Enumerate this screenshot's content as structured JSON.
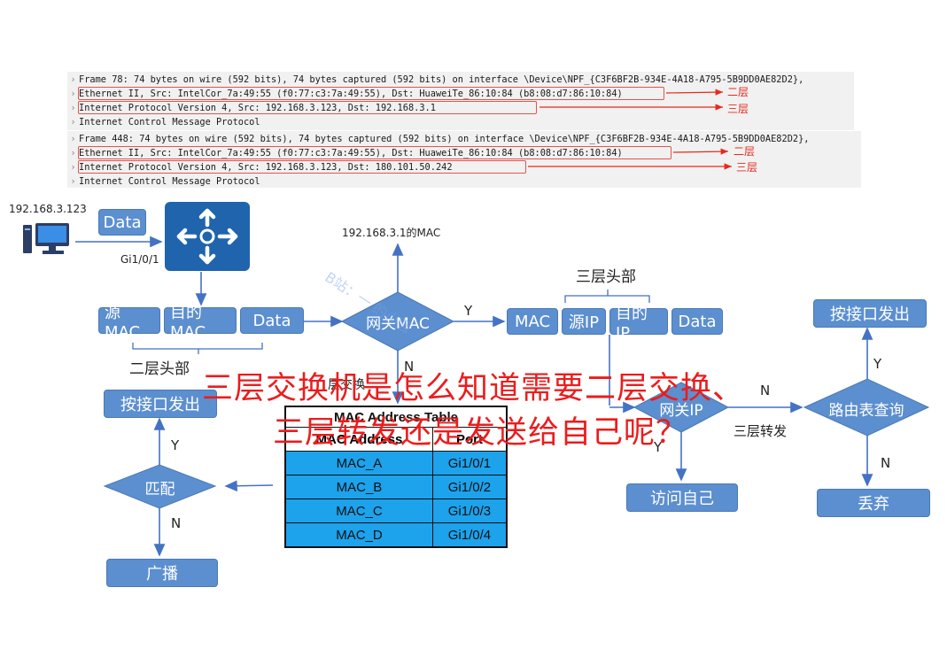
{
  "capture": {
    "blocks": [
      {
        "lines": [
          "Frame 78: 74 bytes on wire (592 bits), 74 bytes captured (592 bits) on interface \\Device\\NPF_{C3F6BF2B-934E-4A18-A795-5B9DD0AE82D2},",
          "Ethernet II, Src: IntelCor_7a:49:55 (f0:77:c3:7a:49:55), Dst: HuaweiTe_86:10:84 (b8:08:d7:86:10:84)",
          "Internet Protocol Version 4, Src: 192.168.3.123, Dst: 192.168.3.1",
          "Internet Control Message Protocol"
        ],
        "tags": [
          "二层",
          "三层"
        ]
      },
      {
        "lines": [
          "Frame 448: 74 bytes on wire (592 bits), 74 bytes captured (592 bits) on interface \\Device\\NPF_{C3F6BF2B-934E-4A18-A795-5B9DD0AE82D2},",
          "Ethernet II, Src: IntelCor_7a:49:55 (f0:77:c3:7a:49:55), Dst: HuaweiTe_86:10:84 (b8:08:d7:86:10:84)",
          "Internet Protocol Version 4, Src: 192.168.3.123, Dst: 180.101.50.242",
          "Internet Control Message Protocol"
        ],
        "tags": [
          "二层",
          "三层"
        ]
      }
    ]
  },
  "diagram": {
    "host_ip": "192.168.3.123",
    "data_label": "Data",
    "port_label": "Gi1/0/1",
    "l2_header": [
      "源MAC",
      "目的MAC",
      "Data"
    ],
    "l2_header_caption": "二层头部",
    "gateway_mac_diamond": "网关MAC",
    "gateway_mac_up_label": "192.168.3.1的MAC",
    "yes": "Y",
    "no": "N",
    "l3_header": [
      "MAC",
      "源IP",
      "目的IP",
      "Data"
    ],
    "l3_header_caption": "三层头部",
    "gateway_ip_diamond": "网关IP",
    "l3_forward": "三层转发",
    "access_self": "访问自己",
    "routing_lookup": "路由表查询",
    "send_by_port_right": "按接口发出",
    "discard": "丢弃",
    "send_by_port_left": "按接口发出",
    "match_diamond": "匹配",
    "broadcast": "广播",
    "l2_switch_fragment": "层交换"
  },
  "mac_table": {
    "title": "MAC Address Table",
    "headers": [
      "MAC Address",
      "Port"
    ],
    "rows": [
      [
        "MAC_A",
        "Gi1/0/1"
      ],
      [
        "MAC_B",
        "Gi1/0/2"
      ],
      [
        "MAC_C",
        "Gi1/0/3"
      ],
      [
        "MAC_D",
        "Gi1/0/4"
      ]
    ]
  },
  "overlay": {
    "line1": "三层交换机是怎么知道需要二层交换、",
    "line2": "三层转发还是发送给自己呢？"
  },
  "watermark": "B站：一 的小强",
  "colors": {
    "box_blue": "#5c8fcf",
    "table_blue": "#1da2ec",
    "router_blue": "#1f64ad",
    "highlight_red": "#e5544b",
    "title_red": "#ec1c1c"
  }
}
